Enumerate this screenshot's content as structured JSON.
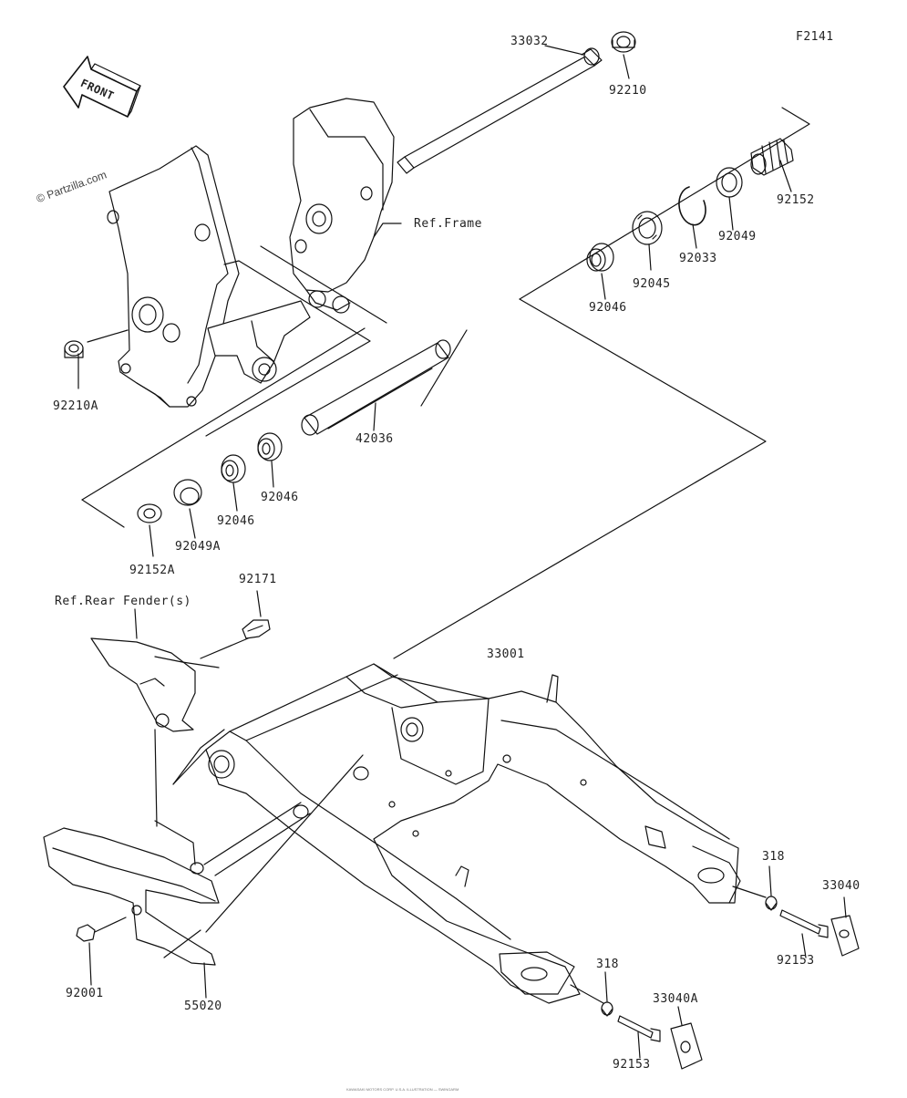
{
  "figure_code": "F2141",
  "watermark": "© Partzilla.com",
  "front_arrow_label": "FRONT",
  "ref_labels": {
    "frame": "Ref.Frame",
    "rear_fender": "Ref.Rear Fender(s)"
  },
  "part_labels": {
    "p33032": "33032",
    "p92210": "92210",
    "p92152": "92152",
    "p92049": "92049",
    "p92033": "92033",
    "p92045": "92045",
    "p92046_top": "92046",
    "p92210A": "92210A",
    "p42036": "42036",
    "p92046_mid": "92046",
    "p92046_low": "92046",
    "p92049A": "92049A",
    "p92152A": "92152A",
    "p92171": "92171",
    "p33001": "33001",
    "p318_right": "318",
    "p33040": "33040",
    "p92153_right": "92153",
    "p318_lower": "318",
    "p33040A": "33040A",
    "p92153_lower": "92153",
    "p92001": "92001",
    "p55020": "55020"
  },
  "footer_note": "KAWASAKI MOTORS CORP. U.S.A. ILLUSTRATION — SWINGARM"
}
